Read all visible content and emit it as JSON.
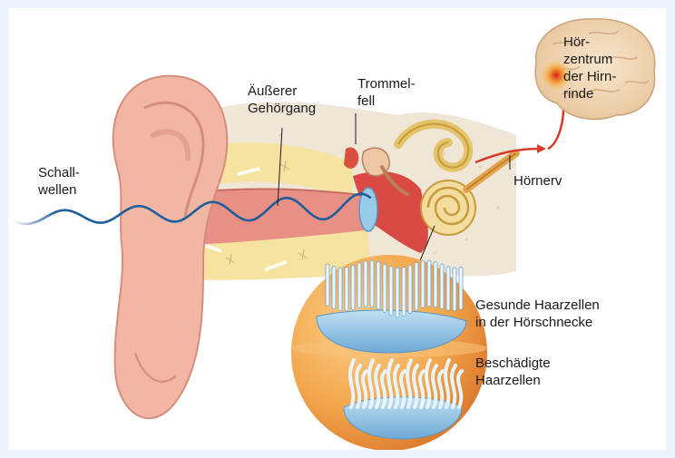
{
  "labels": {
    "schallwellen": "Schall-\nwellen",
    "aeusserer_gehoergang": "Äußerer\nGehörgang",
    "trommelfell": "Trommel-\nfell",
    "hoerzentrum": "Hör-\nzentrum\nder Hirn-\nrinde",
    "hoernerv": "Hörnerv",
    "gesunde_haarzellen": "Gesunde Haarzellen\nin der Hörschnecke",
    "beschaedigte_haarzellen": "Beschädigte\nHaarzellen"
  },
  "colors": {
    "background": "#eaf3fb",
    "skin": "#f2b6a4",
    "canal": "#e88f86",
    "bone": "#efe6d8",
    "fat": "#f6e3a0",
    "wave": "#1f5e9a",
    "nerve": "#d83a28",
    "brain": "#f3d9b6",
    "detail_circle": "#f29c3b",
    "hair_cells": "#9fcde8"
  }
}
